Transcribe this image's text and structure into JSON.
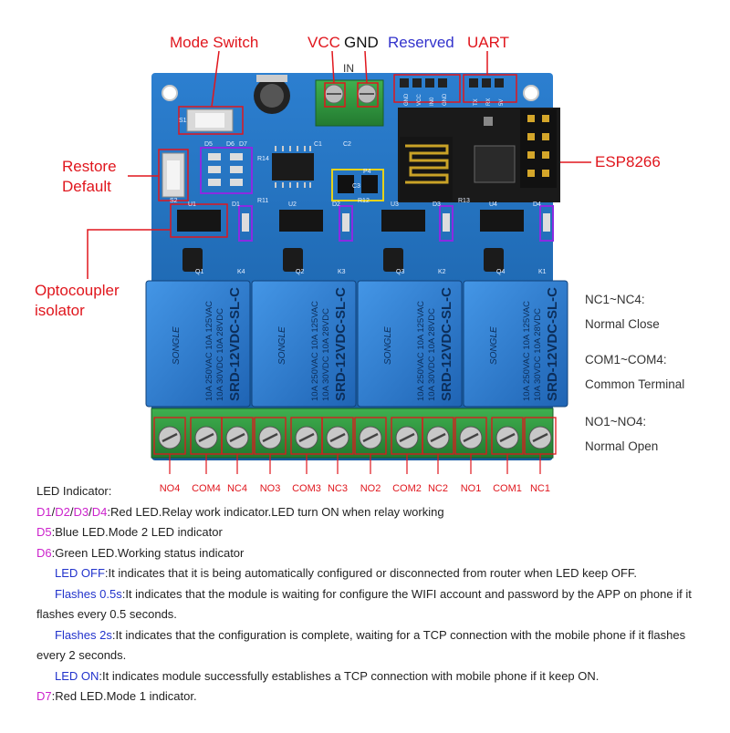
{
  "callouts": {
    "mode_switch": "Mode Switch",
    "vcc": "VCC",
    "gnd": "GND",
    "reserved": "Reserved",
    "uart": "UART",
    "in": "IN",
    "restore_default_1": "Restore",
    "restore_default_2": "Default",
    "esp8266": "ESP8266",
    "optocoupler_1": "Optocoupler",
    "optocoupler_2": "isolator"
  },
  "board": {
    "relay_brand": "SONGLE",
    "relay_rating_1": "10A 250VAC 10A 125VAC",
    "relay_rating_2": "10A 30VDC 10A 28VDC",
    "relay_model": "SRD-12VDC-SL-C",
    "silk_labels": [
      "S1",
      "S2",
      "D5",
      "D6",
      "D7",
      "D1",
      "D2",
      "D3",
      "D4",
      "P4",
      "U1",
      "U2",
      "U3",
      "U4",
      "K1",
      "K2",
      "K3",
      "K4",
      "R11",
      "R12",
      "R13",
      "R14",
      "C1",
      "C2",
      "C3",
      "Q1",
      "Q2",
      "Q3",
      "Q4"
    ],
    "header_labels": [
      "GND",
      "VCC",
      "IN0",
      "GND",
      "TX",
      "RX",
      "5V"
    ]
  },
  "terminal_labels": [
    "NO4",
    "COM4",
    "NC4",
    "NO3",
    "COM3",
    "NC3",
    "NO2",
    "COM2",
    "NC2",
    "NO1",
    "COM1",
    "NC1"
  ],
  "side_notes": {
    "nc_title": "NC1~NC4:",
    "nc_desc": "Normal Close",
    "com_title": "COM1~COM4:",
    "com_desc": "Common Terminal",
    "no_title": "NO1~NO4:",
    "no_desc": "Normal Open"
  },
  "legend": {
    "title": "LED Indicator:",
    "d1": "D1",
    "d2": "D2",
    "d3": "D3",
    "d4": "D4",
    "d1_text": ":Red LED.Relay work indicator.LED turn ON when relay working",
    "d5": "D5",
    "d5_text": ":Blue LED.Mode 2 LED indicator",
    "d6": "D6",
    "d6_text": ":Green LED.Working status indicator",
    "led_off": "LED OFF",
    "led_off_text": ":It indicates that it is being automatically configured or disconnected from router when LED keep OFF.",
    "flash05": "Flashes 0.5s",
    "flash05_text": ":It indicates that the module is waiting for configure the WIFI account and password by the APP on phone if it flashes every 0.5 seconds.",
    "flash2": "Flashes 2s",
    "flash2_text": ":It indicates that the configuration is complete, waiting for a TCP connection with the mobile phone if it flashes every 2 seconds.",
    "led_on": "LED ON",
    "led_on_text": ":It indicates module successfully establishes a TCP connection with mobile phone if it keep ON.",
    "d7": "D7",
    "d7_text": ":Red LED.Mode 1 indicator."
  },
  "colors": {
    "pcb": "#1f6fc0",
    "pcb_dark": "#14508f",
    "relay": "#2f7fd6",
    "terminal": "#2e9d3e",
    "callout_red": "#e0161d",
    "callout_blue": "#3333cc",
    "led_box": "#8a2be2"
  }
}
